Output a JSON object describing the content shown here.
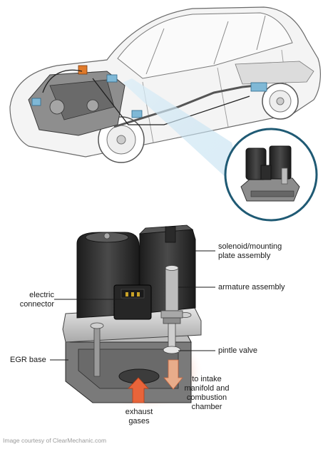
{
  "labels": {
    "solenoid_line1": "solenoid/mounting",
    "solenoid_line2": "plate assembly",
    "armature": "armature assembly",
    "electric_line1": "electric",
    "electric_line2": "connector",
    "egr_base": "EGR base",
    "pintle": "pintle valve",
    "intake_line1": "to intake",
    "intake_line2": "manifold and",
    "intake_line3": "combustion",
    "intake_line4": "chamber",
    "exhaust_line1": "exhaust",
    "exhaust_line2": "gases"
  },
  "credit": "Image courtesy of ClearMechanic.com",
  "colors": {
    "callout_ring": "#1f5a74",
    "beam": "#cfe6f4",
    "exhaust_glow": "#e8643a",
    "part_body": "#2a2a2a",
    "base_metal": "#d0d0d0"
  }
}
